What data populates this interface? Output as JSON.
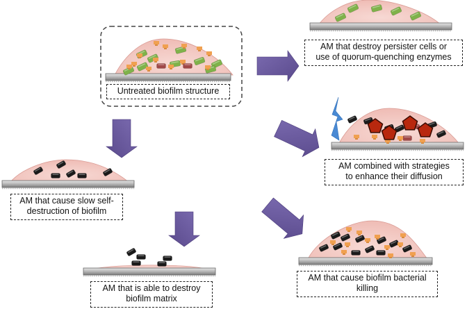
{
  "diagram": {
    "title": "Antimicrobial (AM) strategies against biofilm",
    "colors": {
      "arrow": "#6a5a9e",
      "matrix": "#f2c9c4",
      "matrix_edge": "#d99a93",
      "substrate": "#a9a9a9",
      "green_cell": "#7fb24a",
      "orange_cell": "#f0a050",
      "red_cell": "#a04848",
      "black_cell": "#1a1a1a",
      "pentagon": "#b8280e",
      "lightning": "#4a8ad4"
    },
    "nodes": [
      {
        "id": "untreated",
        "label_lines": [
          "Untreated biofilm structure"
        ]
      },
      {
        "id": "persister",
        "label_lines": [
          "AM that destroy persister cells or",
          "use of quorum-quenching enzymes"
        ]
      },
      {
        "id": "diffusion",
        "label_lines": [
          "AM combined with strategies",
          "to enhance their diffusion"
        ]
      },
      {
        "id": "self-destruction",
        "label_lines": [
          "AM that cause slow self-",
          "destruction of biofilm"
        ]
      },
      {
        "id": "matrix",
        "label_lines": [
          "AM that is able to destroy",
          "biofilm matrix"
        ]
      },
      {
        "id": "killing",
        "label_lines": [
          "AM that cause biofilm bacterial",
          "killing"
        ]
      }
    ],
    "edges": [
      {
        "from": "untreated",
        "to": "persister"
      },
      {
        "from": "untreated",
        "to": "diffusion"
      },
      {
        "from": "untreated",
        "to": "self-destruction"
      },
      {
        "from": "untreated",
        "to": "matrix"
      },
      {
        "from": "untreated",
        "to": "killing"
      }
    ]
  }
}
